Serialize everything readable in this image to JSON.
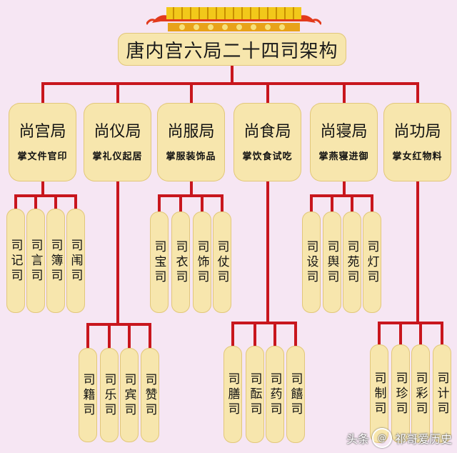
{
  "title": "唐内宫六局二十四司架构",
  "bureaus": [
    {
      "name": "尚宫局",
      "duty": "掌文件官印",
      "offices": [
        "司记司",
        "司言司",
        "司簿司",
        "司闱司"
      ]
    },
    {
      "name": "尚仪局",
      "duty": "掌礼仪起居",
      "offices": [
        "司籍司",
        "司乐司",
        "司宾司",
        "司赞司"
      ]
    },
    {
      "name": "尚服局",
      "duty": "掌服装饰品",
      "offices": [
        "司宝司",
        "司衣司",
        "司饰司",
        "司仗司"
      ]
    },
    {
      "name": "尚食局",
      "duty": "掌饮食试吃",
      "offices": [
        "司膳司",
        "司酝司",
        "司药司",
        "司饎司"
      ]
    },
    {
      "name": "尚寝局",
      "duty": "掌燕寝进御",
      "offices": [
        "司设司",
        "司舆司",
        "司苑司",
        "司灯司"
      ]
    },
    {
      "name": "尚功局",
      "duty": "掌女红物料",
      "offices": [
        "司制司",
        "司珍司",
        "司彩司",
        "司计司"
      ]
    }
  ],
  "watermark": {
    "text_prefix": "头条",
    "text_suffix": "祁哥爱历史",
    "icon": "at-icon"
  },
  "colors": {
    "line": "#c8161d",
    "box": "#f7e6ad",
    "background": "#f6e6f3"
  }
}
